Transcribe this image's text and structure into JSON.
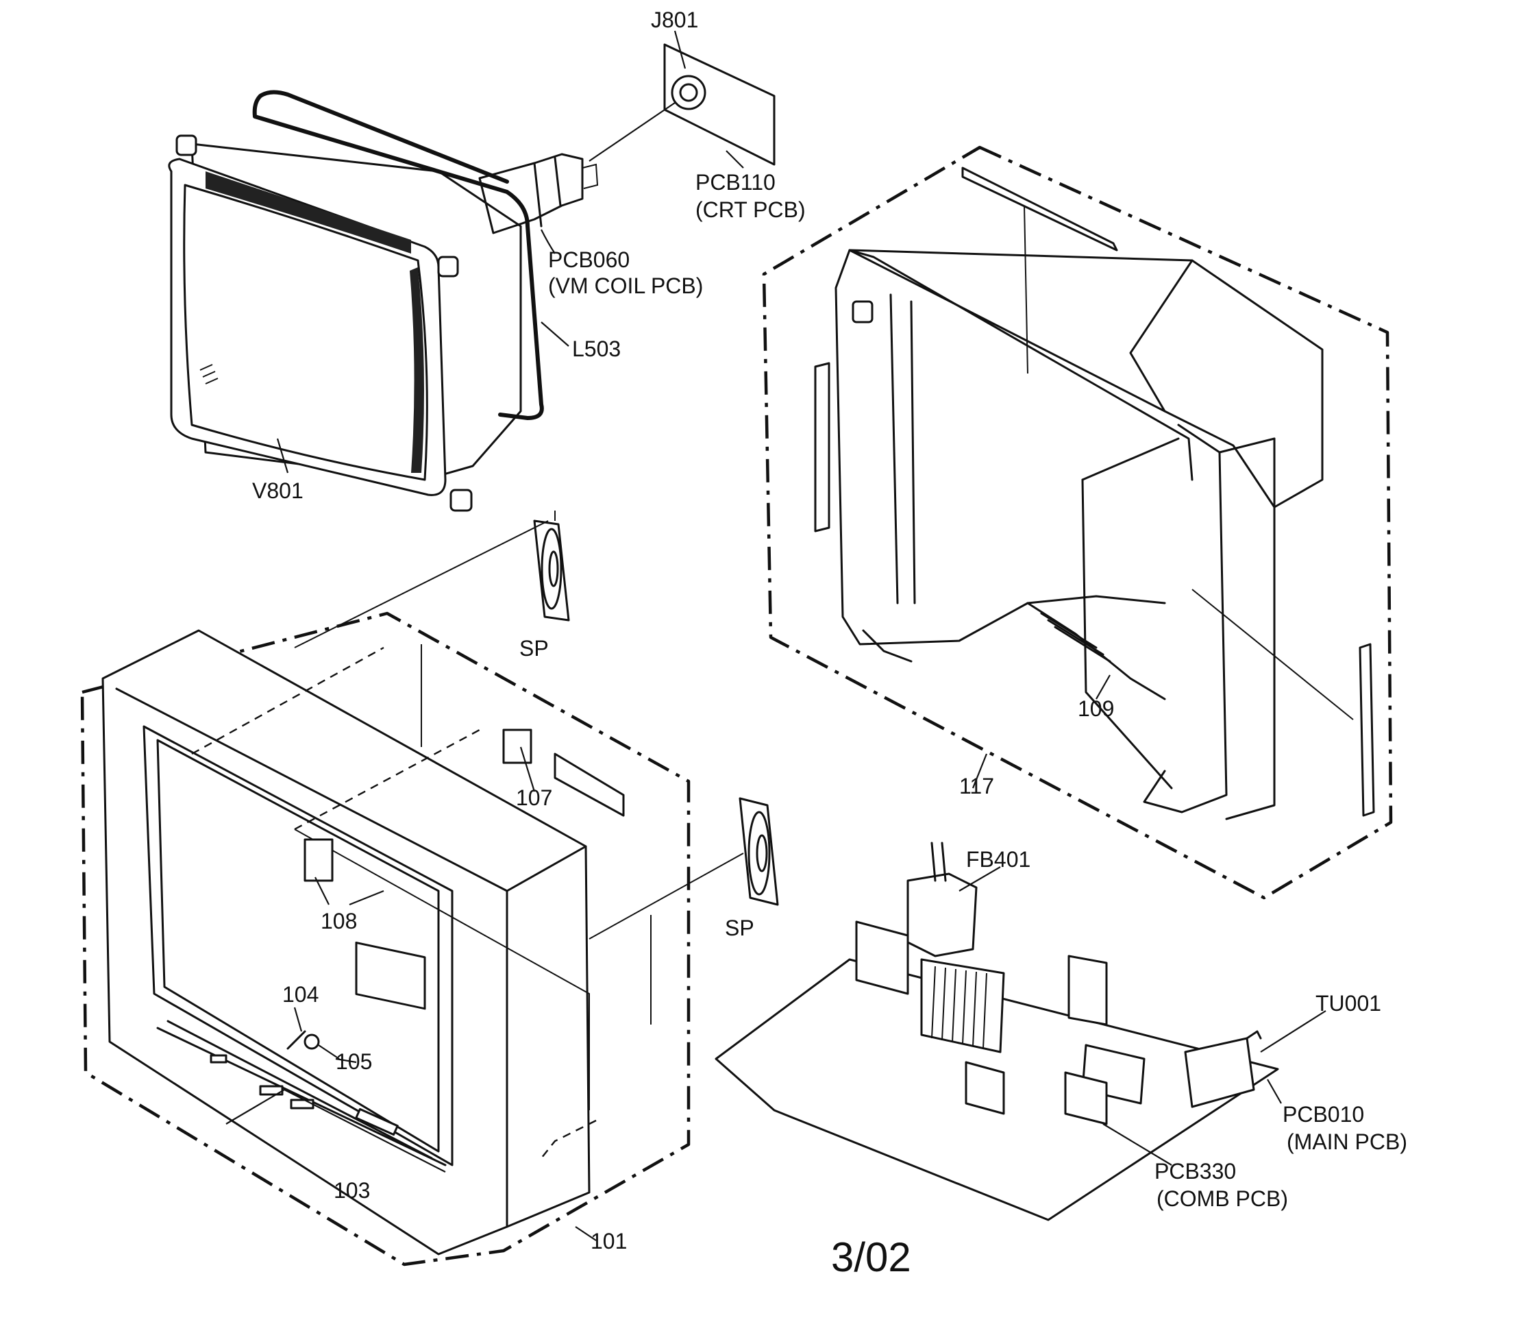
{
  "labels": {
    "j801": "J801",
    "pcb110": "PCB110",
    "pcb110_desc": "(CRT PCB)",
    "pcb060": "PCB060",
    "pcb060_desc": "(VM COIL PCB)",
    "l503": "L503",
    "v801": "V801",
    "sp_top": "SP",
    "sp_bottom": "SP",
    "p107": "107",
    "p108": "108",
    "p104": "104",
    "p105": "105",
    "p103": "103",
    "p101": "101",
    "p109": "109",
    "p117": "117",
    "fb401": "FB401",
    "tu001": "TU001",
    "pcb010": "PCB010",
    "pcb010_desc": "(MAIN PCB)",
    "pcb330": "PCB330",
    "pcb330_desc": "(COMB PCB)"
  },
  "revision": "3/02"
}
